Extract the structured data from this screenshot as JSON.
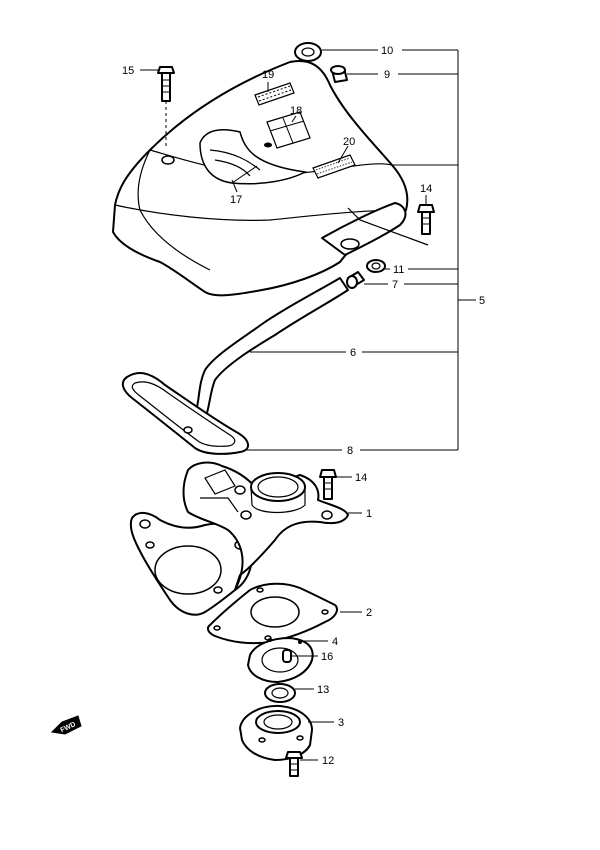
{
  "callouts": {
    "c1": "1",
    "c2": "2",
    "c3": "3",
    "c4": "4",
    "c5": "5",
    "c6": "6",
    "c7": "7",
    "c8": "8",
    "c9": "9",
    "c10": "10",
    "c11": "11",
    "c12": "12",
    "c13": "13",
    "c14a": "14",
    "c14b": "14",
    "c15": "15",
    "c16": "16",
    "c17": "17",
    "c18": "18",
    "c19": "19",
    "c20": "20"
  },
  "badge": {
    "text": "FWD"
  },
  "colors": {
    "ink": "#000000",
    "paper": "#ffffff"
  }
}
